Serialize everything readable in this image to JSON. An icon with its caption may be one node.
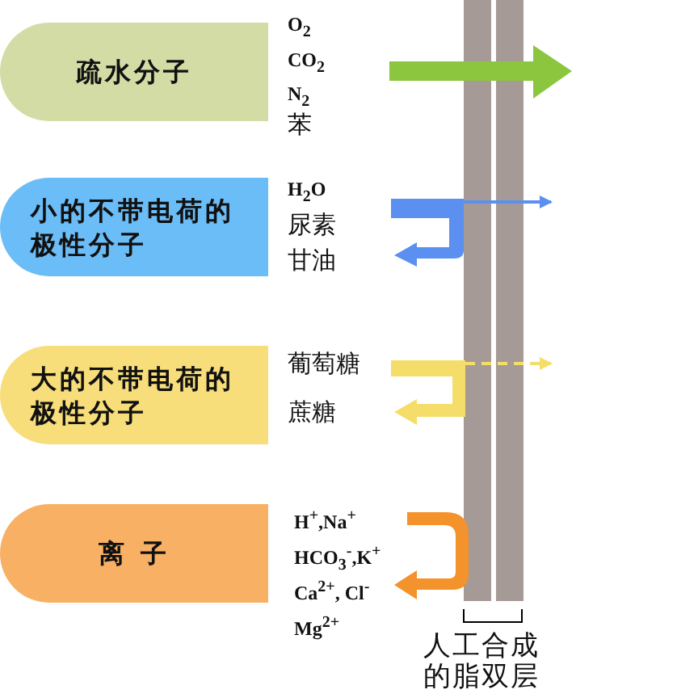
{
  "diagram": {
    "nodes": [
      {
        "text": [
          "疏水分子"
        ]
      },
      {
        "text": [
          "小的不带电荷的极性分子"
        ]
      },
      {
        "text": [
          "大的不带电荷的极性分子"
        ]
      },
      {
        "text": [
          "离 子"
        ]
      }
    ],
    "labels": [
      "O$_{2}$",
      "CO$_{2}$",
      "N$_{2}$",
      "苯",
      "H$_{2}$O",
      "尿素",
      "甘油",
      "葡萄糖",
      "蔗糖",
      "H$^{+}$,Na$^{+}$",
      "HCO$_{3}$$^{-}$,K$^{+}$",
      "Ca$^{2+}$, Cl$^{-}$",
      "Mg$^{2+}$",
      "人工合成的脂双层"
    ]
  }
}
